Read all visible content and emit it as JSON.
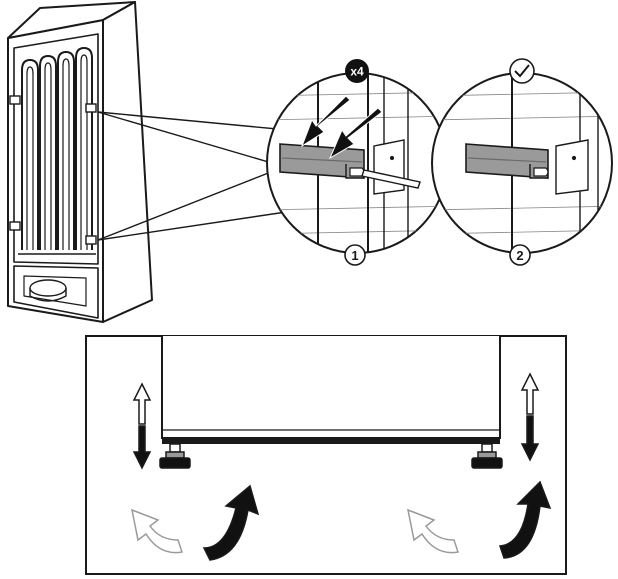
{
  "figure": {
    "panel_top": {
      "quantity_badge": "x4",
      "step_labels": [
        "1",
        "2"
      ],
      "check_icon": "check-icon"
    },
    "panel_bottom": {
      "icons": [
        "double-arrow-up-down-icon",
        "rotate-arrow-icon",
        "adjustable-foot-icon"
      ]
    }
  },
  "colors": {
    "line": "#1a1a1a",
    "bracket": "#9a9a9a",
    "outline_arrow": "#ffffff",
    "solid_arrow": "#111111"
  }
}
